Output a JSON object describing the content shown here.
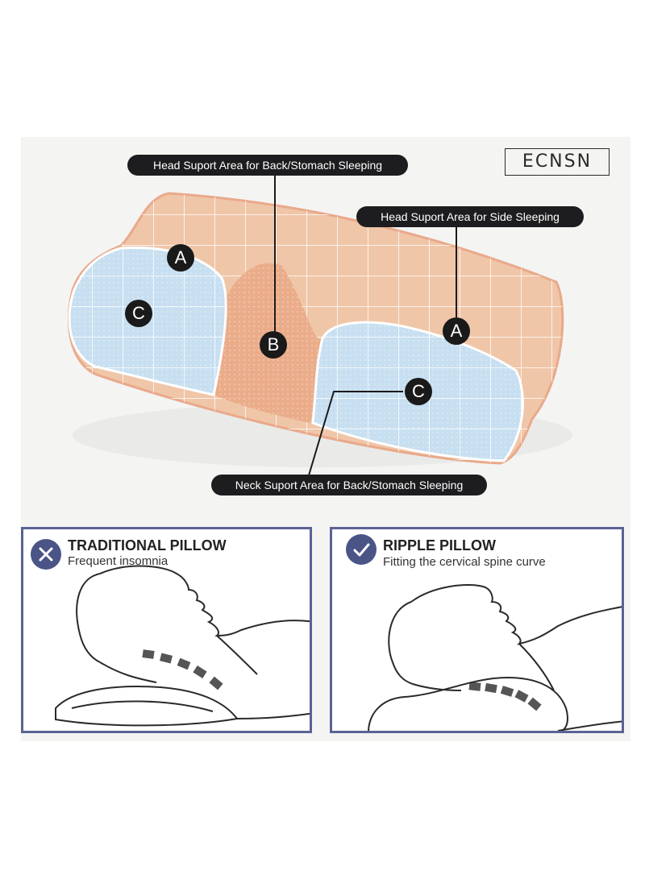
{
  "brand": {
    "logo_text": "ECNSN"
  },
  "callouts": {
    "head_back": "Head Suport Area for Back/Stomach Sleeping",
    "head_side": "Head Suport Area for Side Sleeping",
    "neck_back": "Neck Suport Area for Back/Stomach Sleeping"
  },
  "badges": {
    "a": "A",
    "b": "B",
    "c": "C"
  },
  "comparison": {
    "traditional": {
      "title": "TRADITIONAL PILLOW",
      "subtitle": "Frequent insomnia",
      "icon": "x-icon"
    },
    "ripple": {
      "title": "RIPPLE PILLOW",
      "subtitle": "Fitting the cervical spine curve",
      "icon": "check-icon"
    }
  },
  "colors": {
    "pillow_peach": "#f0c6a8",
    "pillow_blue": "#c7dff0",
    "panel_border": "#5a6394",
    "badge": "#1a1a1a"
  }
}
